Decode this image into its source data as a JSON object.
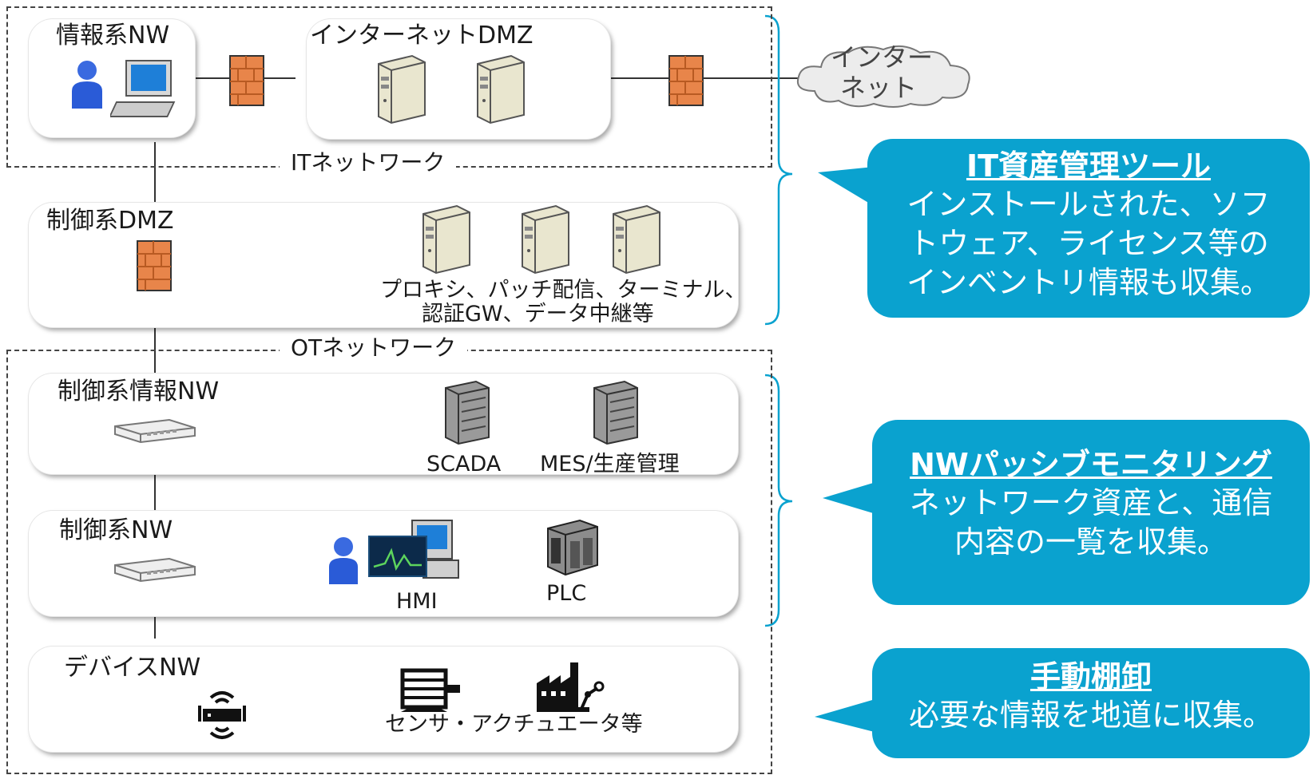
{
  "groups": {
    "it": "ITネットワーク",
    "ot": "OTネットワーク"
  },
  "zones": {
    "info_nw": "情報系NW",
    "internet_dmz": "インターネットDMZ",
    "ctrl_dmz": "制御系DMZ",
    "ctrl_info_nw": "制御系情報NW",
    "ctrl_nw": "制御系NW",
    "device_nw": "デバイスNW"
  },
  "cloud": {
    "line1": "インター",
    "line2": "ネット"
  },
  "labels": {
    "dmz_servers_1": "プロキシ、パッチ配信、ターミナル、",
    "dmz_servers_2": "認証GW、データ中継等",
    "scada": "SCADA",
    "mes": "MES/生産管理",
    "hmi": "HMI",
    "plc": "PLC",
    "sensors": "センサ・アクチュエータ等"
  },
  "callouts": {
    "it_asset": {
      "title": "IT資産管理ツール",
      "line1": "インストールされた、ソフ",
      "line2": "トウェア、ライセンス等の",
      "line3": "インベントリ情報も収集。"
    },
    "nw_passive": {
      "title": "NWパッシブモニタリング",
      "line1": "ネットワーク資産と、通信",
      "line2": "内容の一覧を収集。"
    },
    "manual": {
      "title": "手動棚卸",
      "line1": "必要な情報を地道に収集。"
    }
  },
  "colors": {
    "callout": "#0aa2cf",
    "firewall": "#e8854a",
    "user": "#2a5bd7"
  }
}
